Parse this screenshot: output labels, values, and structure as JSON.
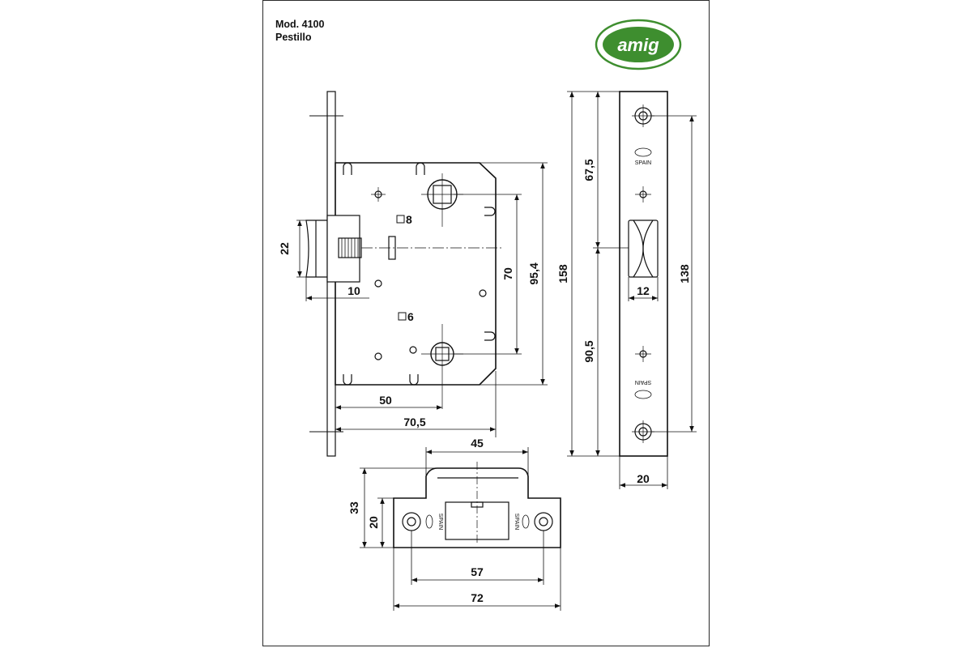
{
  "header": {
    "model": "Mod. 4100",
    "product": "Pestillo"
  },
  "logo": {
    "text": "amig",
    "color": "#3e8e2f"
  },
  "faceplate_marking": "SPAIN",
  "dimensions": {
    "latch_height": "22",
    "latch_projection": "10",
    "square_spindle": "8",
    "square_thumbturn": "6",
    "spindle_to_lower": "70",
    "case_height": "95,4",
    "backset": "50",
    "case_depth": "70,5",
    "upper_to_latch": "67,5",
    "lower_to_latch": "90,5",
    "faceplate_length": "158",
    "screw_spacing": "138",
    "latch_width": "12",
    "faceplate_width": "20",
    "strike_recess_width": "45",
    "strike_depth": "33",
    "strike_height": "20",
    "strike_screw_spacing": "57",
    "strike_length": "72"
  }
}
